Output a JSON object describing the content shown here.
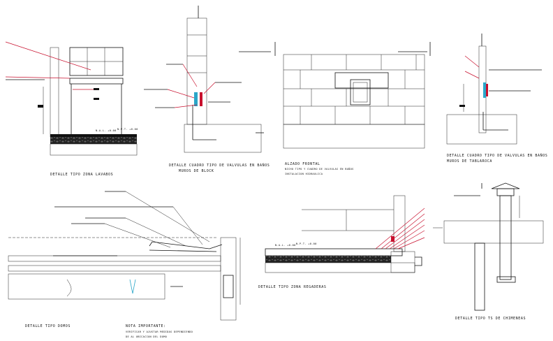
{
  "labels": {
    "lavabo": "DETALLE TIPO ZONA LAVABOS",
    "block_1": "DETALLE CUADRO TIPO DE VALVULAS EN BAÑOS",
    "block_2": "MUROS DE BLOCK",
    "alzado_1": "ALZADO FRONTAL",
    "alzado_2": "NICHO TIPO Y CUADRO DE VALVULAS EN BAÑOS",
    "alzado_3": "INSTALACION HIDRAULICA",
    "tablaroca_1": "DETALLE CUADRO TIPO DE VALVULAS EN BAÑOS",
    "tablaroca_2": "MUROS DE TABLAROCA",
    "domos": "DETALLE TIPO DOMOS",
    "nota_1": "NOTA IMPORTANTE:",
    "nota_2": "VERIFICAR Y AJUSTAR MEDIDAS DEPENDIENDO",
    "nota_3": "DE AL UBICACION DEL DOMO",
    "regaderas": "DETALLE TIPO ZONA REGADERAS",
    "chimenea": "DETALLE TIPO TS DE CHIMENEAS"
  },
  "levels": {
    "npt": "N.P.T. +0.00",
    "nal": "N.A.L. +0.00"
  },
  "colors": {
    "linework": "#111111",
    "annotation": "#c8102e",
    "pipe": "#2aa6c8",
    "background": "#ffffff"
  }
}
